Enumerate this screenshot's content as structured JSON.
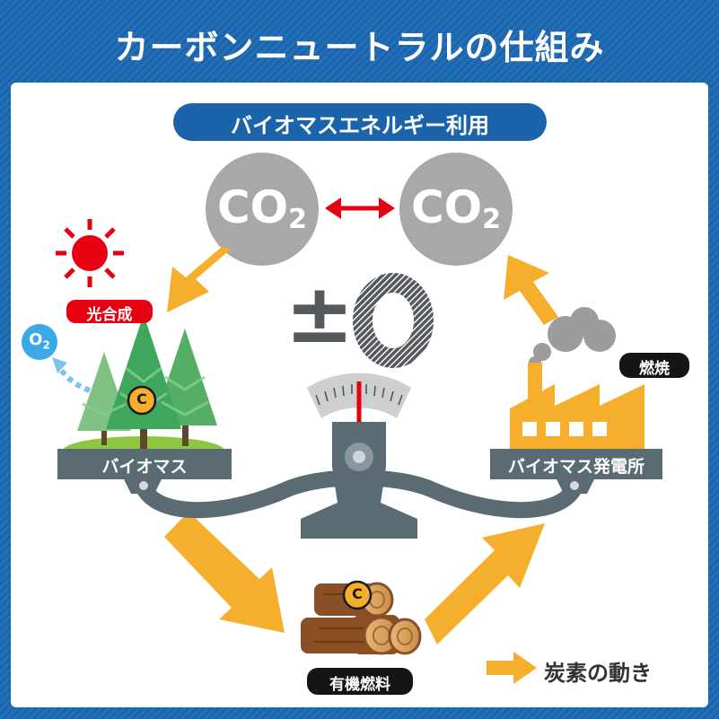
{
  "title": "カーボンニュートラルの仕組み",
  "subtitle": "バイオマスエネルギー利用",
  "co2_left": {
    "main": "CO",
    "sub": "2"
  },
  "co2_right": {
    "main": "CO",
    "sub": "2"
  },
  "balance_value": "±0",
  "labels": {
    "photosynthesis": "光合成",
    "combustion": "燃焼",
    "oxygen": {
      "main": "O",
      "sub": "2"
    },
    "carbon": "C",
    "left_plate": "バイオマス",
    "right_plate": "バイオマス発電所",
    "fuel": "有機燃料"
  },
  "legend": {
    "label": "炭素の動き"
  },
  "colors": {
    "frame_blue": "#1b63ab",
    "arrow_orange": "#f6ae2d",
    "co2_gray": "#a8a8a8",
    "tag_red": "#e60012",
    "sun_red": "#e60012",
    "tree_green": "#3ea75c",
    "factory_yellow": "#f6ae2d",
    "scale_gray": "#5b6b74"
  },
  "icons": [
    "sun-icon",
    "tree-icon",
    "factory-icon",
    "smoke-icon",
    "logs-icon",
    "scale-icon",
    "double-arrow-icon",
    "carbon-badge-icon",
    "oxygen-bubble-icon"
  ]
}
